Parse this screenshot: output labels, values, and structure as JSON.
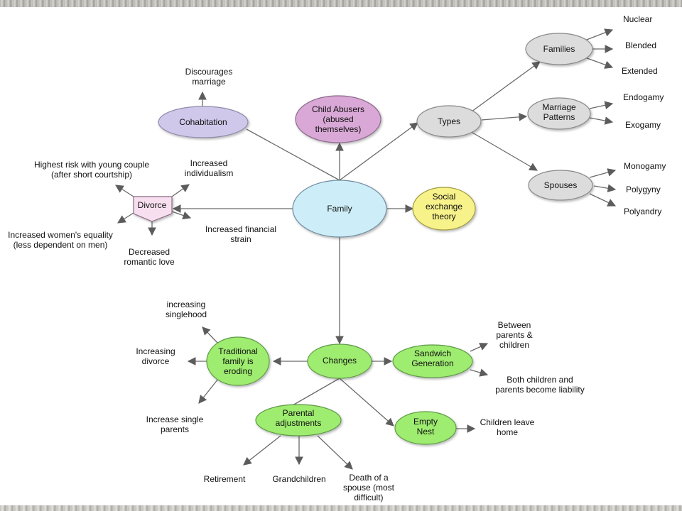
{
  "colors": {
    "family": "#cdeef8",
    "gray": "#dcdcdc",
    "purple_light": "#cfc8ea",
    "purple": "#d9a8d6",
    "yellow": "#f7f28a",
    "green": "#9eec70",
    "pink": "#f7dff0",
    "edge": "#6a6a6a"
  },
  "nodes": {
    "family": [
      "Family"
    ],
    "types": [
      "Types"
    ],
    "families": [
      "Families"
    ],
    "marriage_patterns": [
      "Marriage",
      "Patterns"
    ],
    "spouses": [
      "Spouses"
    ],
    "child_abusers": [
      "Child Abusers",
      "(abused",
      "themselves)"
    ],
    "cohabitation": [
      "Cohabitation"
    ],
    "social_exchange": [
      "Social",
      "exchange",
      "theory"
    ],
    "divorce": [
      "Divorce"
    ],
    "changes": [
      "Changes"
    ],
    "traditional_family": [
      "Traditional",
      "family is",
      "eroding"
    ],
    "sandwich_generation": [
      "Sandwich",
      "Generation"
    ],
    "parental_adjustments": [
      "Parental",
      "adjustments"
    ],
    "empty_nest": [
      "Empty",
      "Nest"
    ]
  },
  "labels": {
    "nuclear": [
      "Nuclear"
    ],
    "blended": [
      "Blended"
    ],
    "extended": [
      "Extended"
    ],
    "endogamy": [
      "Endogamy"
    ],
    "exogamy": [
      "Exogamy"
    ],
    "monogamy": [
      "Monogamy"
    ],
    "polygyny": [
      "Polygyny"
    ],
    "polyandry": [
      "Polyandry"
    ],
    "discourages_marriage": [
      "Discourages",
      "marriage"
    ],
    "highest_risk": [
      "Highest risk with young couple",
      "(after short courtship)"
    ],
    "increased_individualism": [
      "Increased",
      "individualism"
    ],
    "increased_womens_equality": [
      "Increased women's equality",
      "(less dependent on men)"
    ],
    "decreased_romantic_love": [
      "Decreased",
      "romantic love"
    ],
    "increased_financial_strain": [
      "Increased financial",
      "strain"
    ],
    "increasing_singlehood": [
      "increasing",
      "singlehood"
    ],
    "increasing_divorce": [
      "Increasing",
      "divorce"
    ],
    "increase_single_parents": [
      "Increase single",
      "parents"
    ],
    "between_parents_children": [
      "Between",
      "parents &",
      "children"
    ],
    "both_children_parents": [
      "Both children and",
      "parents become liability"
    ],
    "children_leave_home": [
      "Children leave",
      "home"
    ],
    "retirement": [
      "Retirement"
    ],
    "grandchildren": [
      "Grandchildren"
    ],
    "death_of_spouse": [
      "Death of a",
      "spouse (most",
      "difficult)"
    ]
  }
}
